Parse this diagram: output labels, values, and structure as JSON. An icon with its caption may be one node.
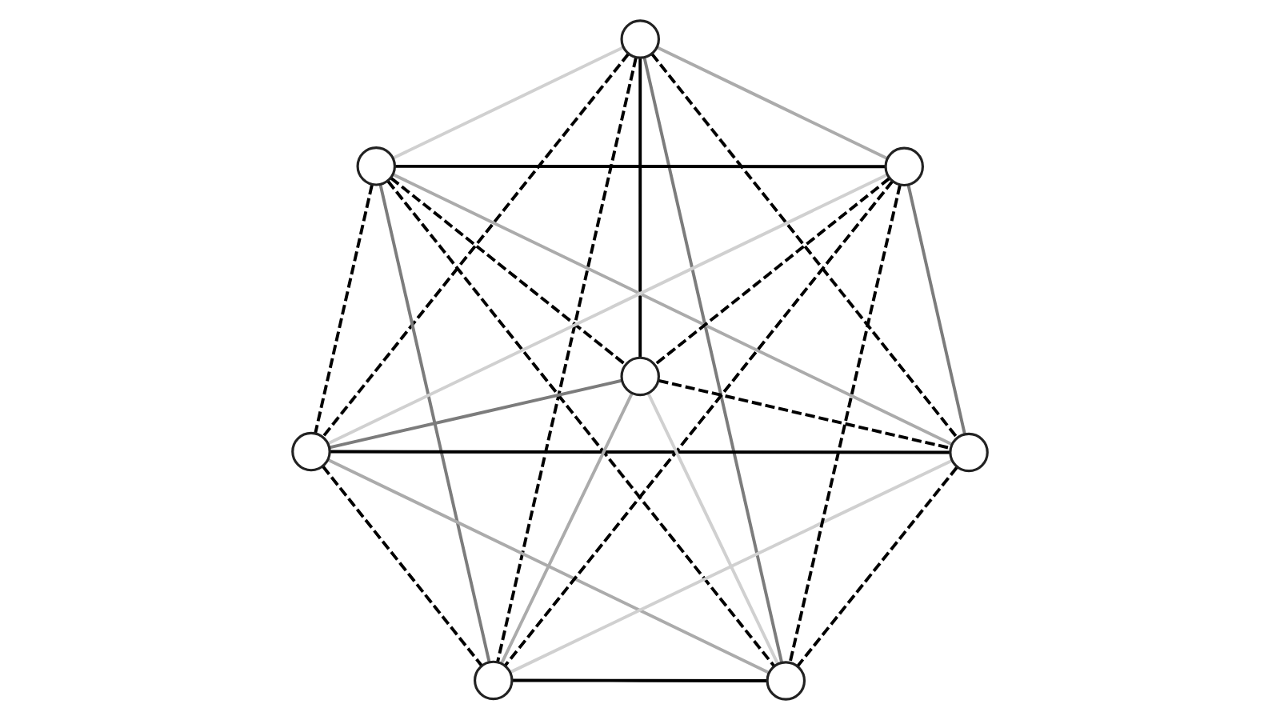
{
  "diagram": {
    "nodes": [
      {
        "text": [],
        "shape": "circle"
      },
      {
        "text": [],
        "shape": "circle"
      },
      {
        "text": [],
        "shape": "circle"
      },
      {
        "text": [],
        "shape": "circle"
      },
      {
        "text": [],
        "shape": "circle"
      },
      {
        "text": [],
        "shape": "circle"
      },
      {
        "text": [],
        "shape": "circle"
      },
      {
        "text": [],
        "shape": "circle"
      }
    ],
    "edges": [
      {
        "from": 0,
        "to": 1,
        "arrow": "none",
        "color": "#d0d0d0"
      },
      {
        "from": 0,
        "to": 2,
        "arrow": "none",
        "color": "#ababab"
      },
      {
        "from": 0,
        "to": 3,
        "arrow": "none"
      },
      {
        "from": 0,
        "to": 4,
        "arrow": "none",
        "style": "dashed"
      },
      {
        "from": 0,
        "to": 5,
        "arrow": "none",
        "style": "dashed"
      },
      {
        "from": 0,
        "to": 6,
        "arrow": "none",
        "style": "dashed"
      },
      {
        "from": 0,
        "to": 7,
        "arrow": "none",
        "color": "#7c7c7c"
      },
      {
        "from": 1,
        "to": 2,
        "arrow": "none"
      },
      {
        "from": 1,
        "to": 3,
        "arrow": "none",
        "style": "dashed"
      },
      {
        "from": 1,
        "to": 4,
        "arrow": "none",
        "style": "dashed"
      },
      {
        "from": 1,
        "to": 5,
        "arrow": "none",
        "color": "#ababab"
      },
      {
        "from": 1,
        "to": 6,
        "arrow": "none",
        "color": "#7c7c7c"
      },
      {
        "from": 1,
        "to": 7,
        "arrow": "none",
        "style": "dashed"
      },
      {
        "from": 2,
        "to": 3,
        "arrow": "none",
        "style": "dashed"
      },
      {
        "from": 2,
        "to": 4,
        "arrow": "none",
        "color": "#d0d0d0"
      },
      {
        "from": 2,
        "to": 5,
        "arrow": "none",
        "color": "#7c7c7c"
      },
      {
        "from": 2,
        "to": 6,
        "arrow": "none",
        "style": "dashed"
      },
      {
        "from": 2,
        "to": 7,
        "arrow": "none",
        "style": "dashed"
      },
      {
        "from": 3,
        "to": 4,
        "arrow": "none",
        "color": "#7c7c7c"
      },
      {
        "from": 3,
        "to": 5,
        "arrow": "none",
        "style": "dashed"
      },
      {
        "from": 3,
        "to": 6,
        "arrow": "none",
        "color": "#ababab"
      },
      {
        "from": 3,
        "to": 7,
        "arrow": "none",
        "color": "#d0d0d0"
      },
      {
        "from": 4,
        "to": 5,
        "arrow": "none"
      },
      {
        "from": 4,
        "to": 6,
        "arrow": "none",
        "style": "dashed"
      },
      {
        "from": 4,
        "to": 7,
        "arrow": "none",
        "color": "#ababab"
      },
      {
        "from": 5,
        "to": 6,
        "arrow": "none",
        "color": "#d0d0d0"
      },
      {
        "from": 5,
        "to": 7,
        "arrow": "none",
        "style": "dashed"
      },
      {
        "from": 6,
        "to": 7,
        "arrow": "none"
      }
    ]
  }
}
